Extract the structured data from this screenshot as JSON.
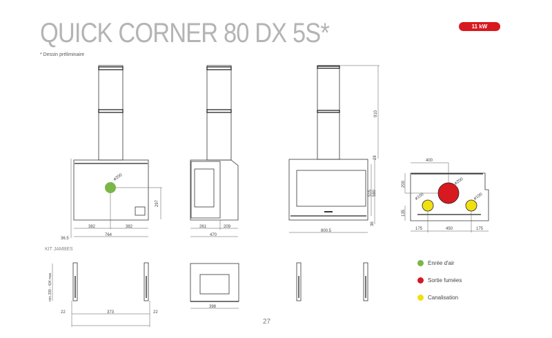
{
  "header": {
    "title": "QUICK CORNER 80 DX 5S*",
    "power_badge": "11 kW",
    "note": "* Dessin préliminaire"
  },
  "views": {
    "rear": {
      "diameter": "ø200",
      "height_dim": "297",
      "left": "382",
      "right": "382",
      "width": "764",
      "offset": "36.5"
    },
    "side": {
      "front": "261",
      "back": "209",
      "depth": "470"
    },
    "front": {
      "total_height": "910",
      "top": "28",
      "glass": "515",
      "body": "580",
      "bottom": "36",
      "width": "800.5"
    },
    "top": {
      "center": "400",
      "depth": "200",
      "outlet_diameter": "ø200",
      "left_duct": "ø100",
      "right_duct": "ø100",
      "duct_height": "135",
      "left": "175",
      "middle": "450",
      "right": "175"
    }
  },
  "kit": {
    "label": "KIT JAMBES",
    "height_range": "min 299 - 434 max",
    "left_gap": "22",
    "span": "373",
    "right_gap": "22",
    "frame_width": "398"
  },
  "legend": [
    {
      "label": "Enrée d'air",
      "color": "#7ab648"
    },
    {
      "label": "Sortie fumées",
      "color": "#d71920"
    },
    {
      "label": "Canalisation",
      "color": "#f0e010"
    }
  ],
  "page_number": "27"
}
